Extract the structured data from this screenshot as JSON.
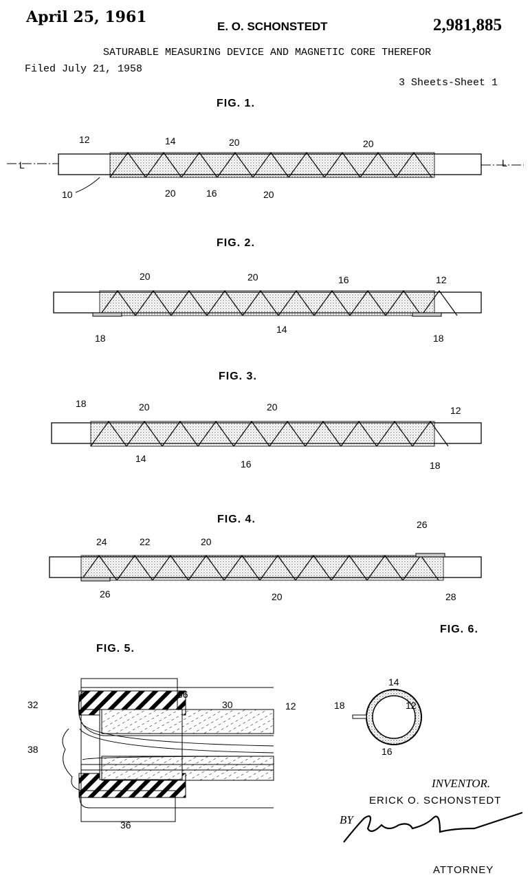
{
  "header": {
    "date": "April 25, 1961",
    "inventor_header": "E. O. SCHONSTEDT",
    "patent_number": "2,981,885",
    "title": "SATURABLE MEASURING DEVICE AND MAGNETIC CORE THEREFOR",
    "filed": "Filed July 21, 1958",
    "sheets": "3 Sheets-Sheet 1"
  },
  "figures": {
    "fig1": {
      "title": "FIG. 1.",
      "labels": [
        "L",
        "12",
        "14",
        "20",
        "20",
        "10",
        "20",
        "16",
        "20",
        "L"
      ]
    },
    "fig2": {
      "title": "FIG. 2.",
      "labels": [
        "20",
        "20",
        "16",
        "12",
        "18",
        "14",
        "18"
      ]
    },
    "fig3": {
      "title": "FIG. 3.",
      "labels": [
        "18",
        "20",
        "20",
        "12",
        "14",
        "16",
        "18"
      ]
    },
    "fig4": {
      "title": "FIG. 4.",
      "labels": [
        "24",
        "22",
        "20",
        "26",
        "26",
        "20",
        "28"
      ]
    },
    "fig5": {
      "title": "FIG. 5.",
      "labels": [
        "36",
        "30",
        "32",
        "12",
        "38",
        "36"
      ]
    },
    "fig6": {
      "title": "FIG. 6.",
      "labels": [
        "14",
        "18",
        "12",
        "16"
      ]
    }
  },
  "footer": {
    "inventor_label": "INVENTOR.",
    "inventor_name": "ERICK O. SCHONSTEDT",
    "by": "BY",
    "attorney_label": "ATTORNEY"
  }
}
